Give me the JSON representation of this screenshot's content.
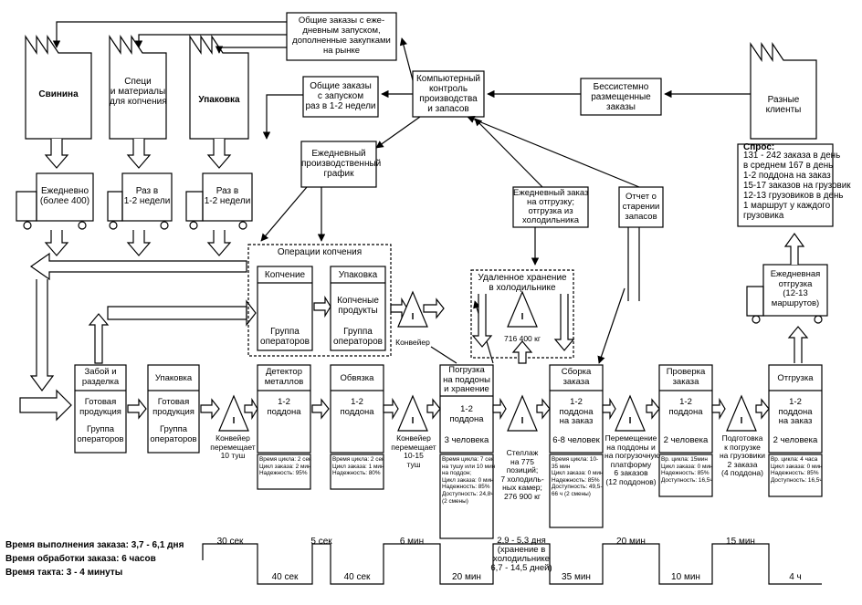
{
  "suppliers": {
    "pork": "Свинина",
    "spices": "Специ\nи материалы\nдля копчения",
    "packaging": "Упаковка",
    "customers": "Разные\nклиенты"
  },
  "deliveries": {
    "pork": "Ежедневно\n(более 400)",
    "spices": "Раз в\n1-2 недели",
    "packaging": "Раз в\n1-2 недели"
  },
  "info": {
    "daily_orders": "Общие заказы с еже-\nдневным запуском,\nдополненные закупками\nна рынке",
    "orders_weekly": "Общие заказы\nс запуском\nраз в 1-2 недели",
    "control": "Компьютерный\nконтроль\nпроизводства\nи запасов",
    "random_orders": "Бессистемно\nразмещенные\nзаказы",
    "daily_schedule": "Ежедневный\nпроизводственный\nграфик",
    "shipping_order": "Ежедневный заказ\nна отгрузку;\nотгрузка из\nхолодильника",
    "aging_report": "Отчет о\nстарении\nзапасов",
    "daily_shipping": "Ежедневная\nотгрузка\n(12-13\nмаршрутов)"
  },
  "demand": {
    "title": "Спрос:",
    "lines": "131 - 242 заказа в день\nв среднем 167 в день\n1-2 поддона на заказ\n15-17 заказов на грузовик\n12-13 грузовиков в день\n1 маршрут у каждого\nгрузовика"
  },
  "smoking": {
    "title": "Операции копчения",
    "smoke": "Копчение",
    "smoke_body": "Группа\nоператоров",
    "pack": "Упаковка",
    "pack_body": "Копченые\nпродукты",
    "pack_body2": "Группа\nоператоров",
    "conveyor": "Конвейер"
  },
  "cold_storage": {
    "title": "Удаленное хранение\nв холодильнике",
    "qty": "716 400 кг",
    "rack": "Стеллаж\nна 775\nпозиций;\n7 холодиль-\nных камер;\n276 900 кг"
  },
  "processes": [
    {
      "title": "Забой и\nразделка",
      "body": "Готовая\nпродукция",
      "body2": "Группа\nоператоров"
    },
    {
      "title": "Упаковка",
      "body": "Готовая\nпродукция",
      "body2": "Группа\nоператоров"
    },
    {
      "title": "Детектор\nметаллов",
      "body": "1-2\nподдона",
      "body2": ""
    },
    {
      "title": "Обвязка",
      "body": "1-2\nподдона",
      "body2": ""
    },
    {
      "title": "Погрузка\nна поддоны\nи хранение",
      "body": "1-2\nподдона",
      "body2": "3 человека"
    },
    {
      "title": "Сборка\nзаказа",
      "body": "1-2\nподдона\nна заказ",
      "body2": "6-8 человек"
    },
    {
      "title": "Проверка\nзаказа",
      "body": "1-2\nподдона",
      "body2": "2 человека"
    },
    {
      "title": "Отгрузка",
      "body": "1-2\nподдона\nна заказ",
      "body2": "2 человека"
    }
  ],
  "data_boxes": [
    "Время цикла: 2 сек\nЦикл заказа: 2 мин\nНадежность: 95%",
    "Время цикла: 2 сек\nЦикл заказа: 1 мин\nНадежность: 80%",
    "Время цикла: 7 сек\nна тушу или 10 мин\nна поддон;\nЦикл заказа: 0 мин\nНадежность: 85%\nДоступность: 24,8ч\n(2 смены)",
    "Время цикла: 10-\n35 мин\nЦикл заказа: 0 мин\nНадежность: 85%\nДоступность: 49,5-\n66 ч (2 смены)",
    "Вр. цикла: 15мин\nЦикл заказа: 0 мин\nНадежность: 85%\nДоступность: 16,5ч",
    "Вр. цикла: 4 часа\nЦикл заказа: 0 мин\nНадежность: 85%\nДоступность: 16,5ч"
  ],
  "inventory_labels": [
    "Конвейер\nперемещает\n10 туш",
    "Конвейер\nперемещает\n10-15\nтуш",
    "Перемещение\nна поддоны и\nна погрузочную\nплатформу\n6 заказов\n(12 поддонов)",
    "Подготовка\nк погрузке\nна грузовики\n2 заказа\n(4 поддона)"
  ],
  "inventory_symbol": "I",
  "summary": {
    "lead": "Время выполнения заказа: 3,7 - 6,1 дня",
    "processing": "Время обработки заказа: 6 часов",
    "takt": "Время такта: 3 - 4 минуты"
  },
  "timeline": {
    "top": [
      "30 сек",
      "5 сек",
      "6 мин",
      "2,9 - 5,3 дня\n(хранение в\nхолодильнике\n6,7 - 14,5 дней)",
      "20 мин",
      "15 мин"
    ],
    "bottom": [
      "40 сек",
      "40 сек",
      "20 мин",
      "35 мин",
      "10 мин",
      "4 ч"
    ]
  }
}
